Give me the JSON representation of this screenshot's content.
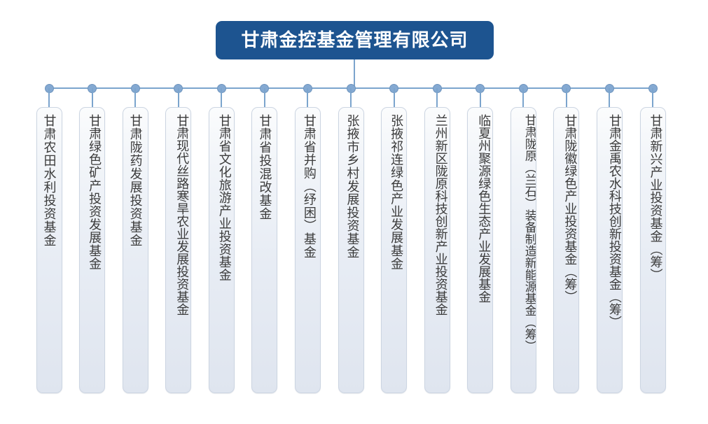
{
  "chart_data": {
    "type": "diagram",
    "diagram_type": "organizational-chart",
    "title": "甘肃金控基金管理有限公司",
    "orientation": "top-down-single-bus",
    "node_count": 16,
    "child_count": 15
  },
  "colors": {
    "root_fill": "#1d5490",
    "root_text": "#ffffff",
    "connector": "#7ba4cd",
    "dot_fill": "#84a9d2",
    "dot_border": "#6e94bd",
    "box_border": "#ccd5e2",
    "box_fill_top": "#fbfcfd",
    "box_fill_bottom": "#dfe5ef",
    "box_text": "#3b3b3b",
    "background": "#ffffff"
  },
  "root": {
    "label": "甘肃金控基金管理有限公司"
  },
  "children": [
    {
      "label": "甘肃农田水利投资基金"
    },
    {
      "label": "甘肃绿色矿产投资发展基金"
    },
    {
      "label": "甘肃陇药发展投资基金"
    },
    {
      "label": "甘肃现代丝路寒旱农业发展投资基金"
    },
    {
      "label": "甘肃省文化旅游产业投资基金"
    },
    {
      "label": "甘肃省投混改基金"
    },
    {
      "label": "甘肃省并购（纾困）基金"
    },
    {
      "label": "张掖市乡村发展投资基金"
    },
    {
      "label": "张掖祁连绿色产业发展基金"
    },
    {
      "label": "兰州新区陇原科技创新产业投资基金"
    },
    {
      "label": "临夏州聚源绿色生态产业发展基金"
    },
    {
      "label": "甘肃陇原（兰石）装备制造新能源基金（筹）"
    },
    {
      "label": "甘肃陇徽绿色产业投资基金（筹）"
    },
    {
      "label": "甘肃金禹农水科技创新投资基金（筹）"
    },
    {
      "label": "甘肃新兴产业投资基金（筹）"
    }
  ]
}
